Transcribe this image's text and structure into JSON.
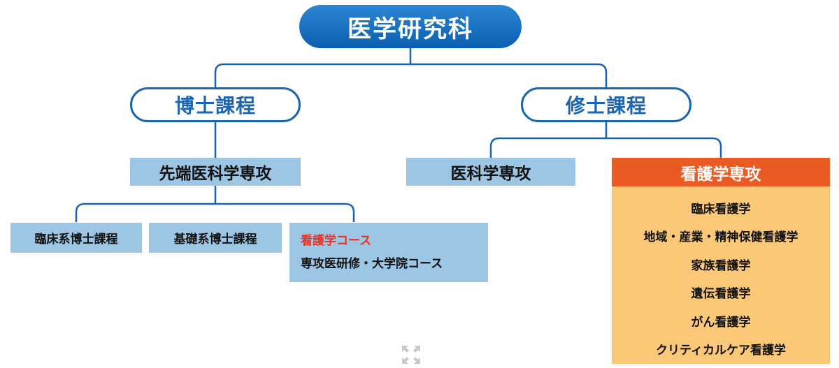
{
  "root": {
    "label": "医学研究科"
  },
  "doctoral": {
    "label": "博士課程",
    "major": "先端医科学専攻",
    "courses": [
      "臨床系博士課程",
      "基礎系博士課程"
    ],
    "nursing_course": {
      "title": "看護学コース",
      "subtitle": "専攻医研修・大学院コース"
    }
  },
  "masters": {
    "label": "修士課程",
    "majors": [
      "医科学専攻"
    ],
    "nursing": {
      "title": "看護学専攻",
      "fields": [
        "臨床看護学",
        "地域・産業・精神保健看護学",
        "家族看護学",
        "遺伝看護学",
        "がん看護学",
        "クリティカルケア看護学"
      ]
    }
  },
  "colors": {
    "root_blue": "#0b5fb0",
    "outline_blue": "#1a64b4",
    "box_blue": "#9dc5e4",
    "orange": "#ea5b24",
    "light_orange": "#fbc877",
    "highlight_red": "#e8352b"
  },
  "icons": {
    "expand": "expand-arrows-icon"
  }
}
